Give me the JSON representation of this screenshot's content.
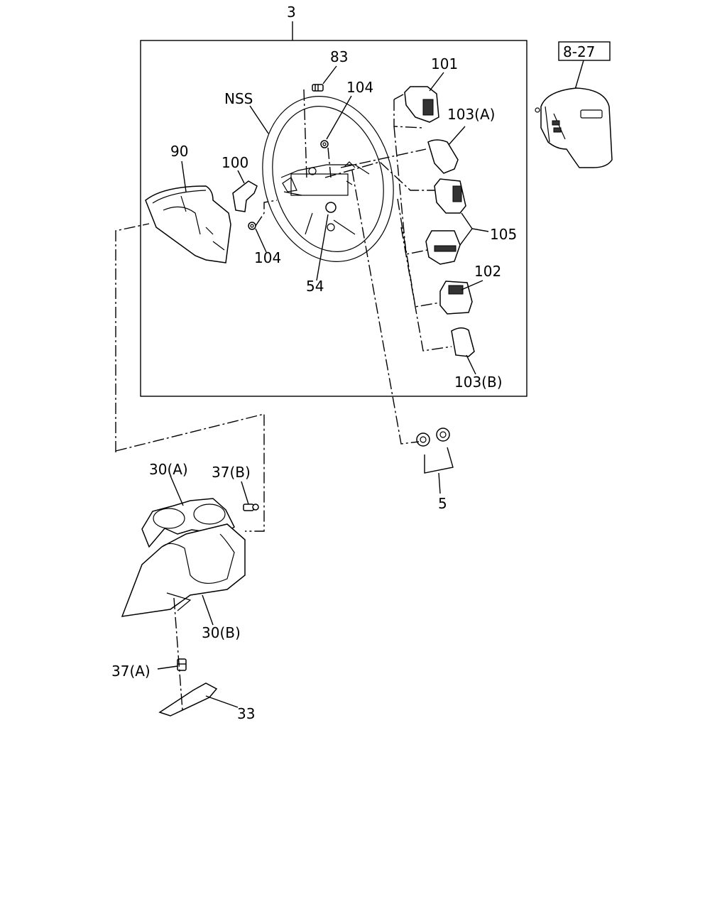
{
  "diagram": {
    "group_label": "3",
    "ref_box_label": "8-27",
    "callouts": {
      "c83": "83",
      "c104_top": "104",
      "c101": "101",
      "cNSS": "NSS",
      "c103a": "103(A)",
      "c90": "90",
      "c100": "100",
      "c105": "105",
      "c104_bottom": "104",
      "c102": "102",
      "c54": "54",
      "c103b": "103(B)",
      "c5": "5",
      "c30a": "30(A)",
      "c37b": "37(B)",
      "c30b": "30(B)",
      "c37a": "37(A)",
      "c33": "33"
    }
  }
}
